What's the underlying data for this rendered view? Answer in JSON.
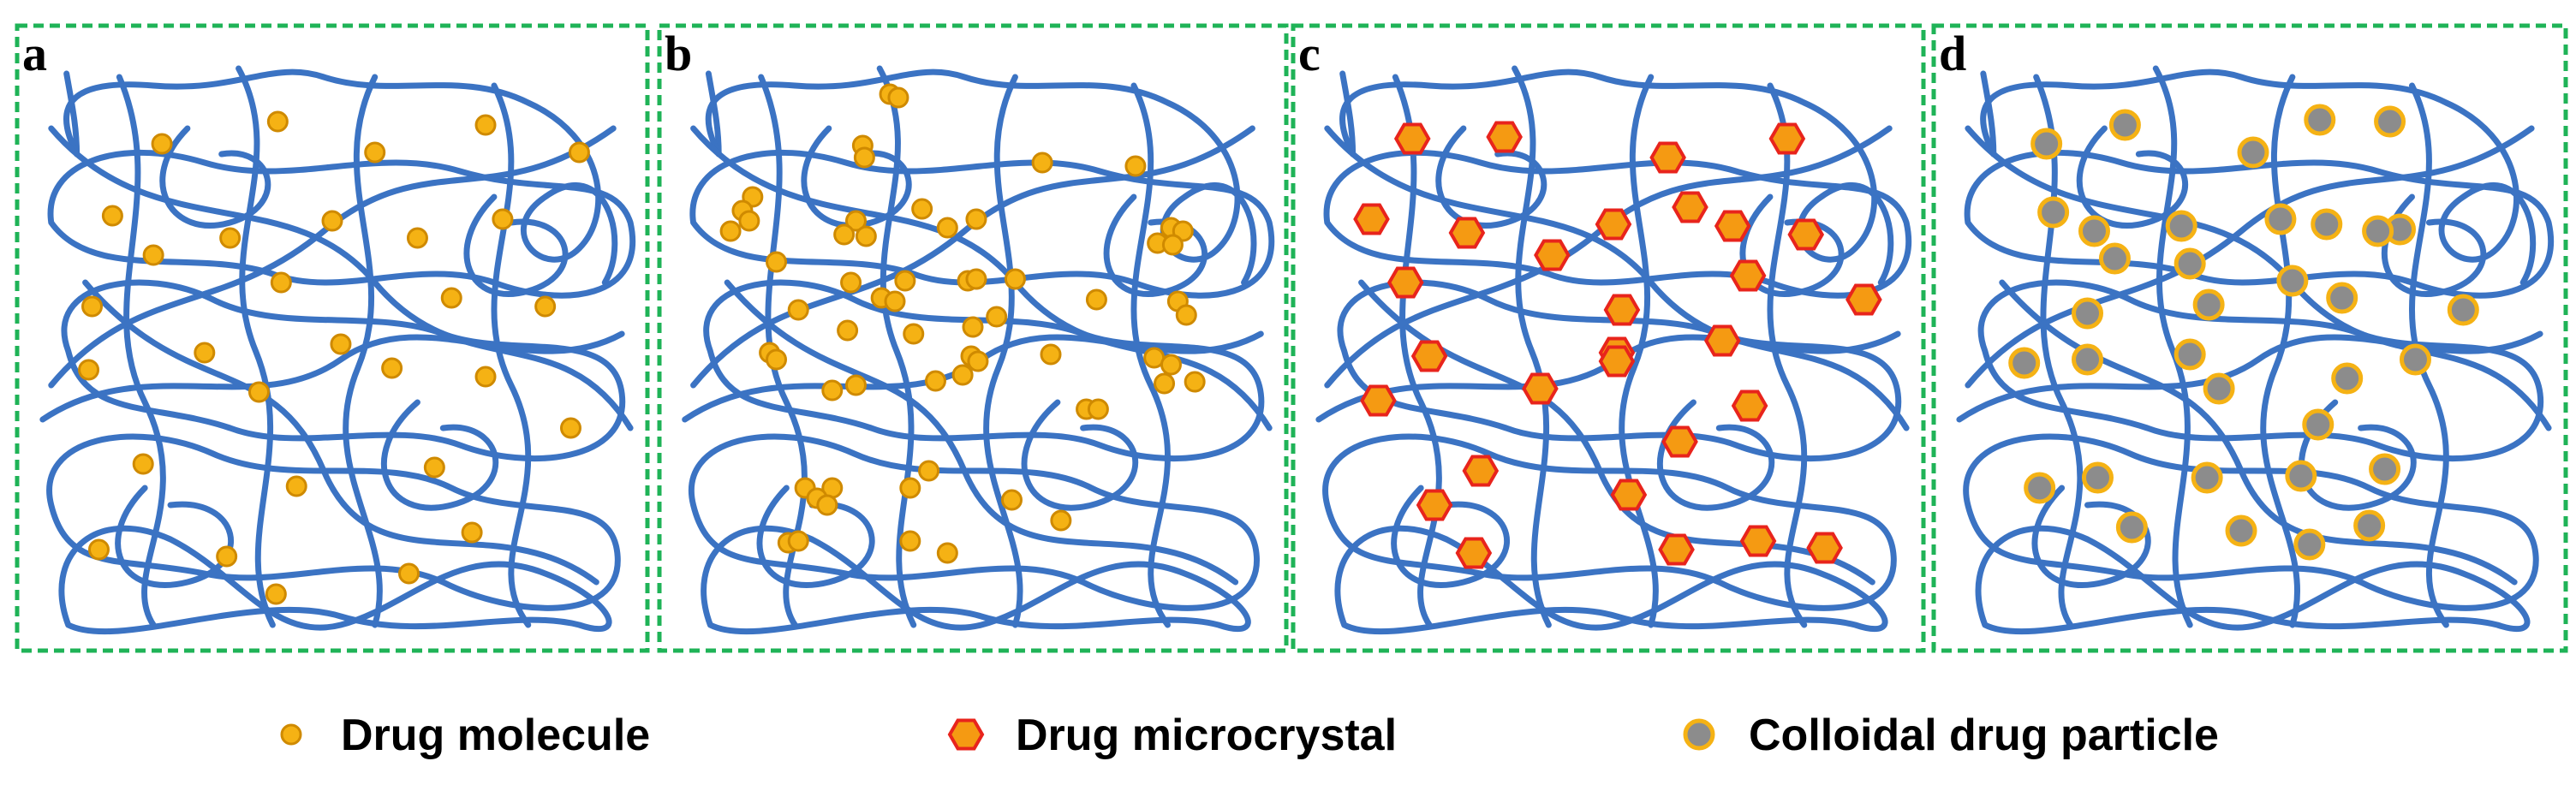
{
  "colors": {
    "network_line": "#3b73c3",
    "panel_border": "#1fb357",
    "molecule_fill": "#f5b214",
    "molecule_stroke": "#cf8a00",
    "microcrystal_fill": "#f59a12",
    "microcrystal_stroke": "#e8241c",
    "colloid_fill": "#8c8c8c",
    "colloid_stroke": "#f5b214"
  },
  "panels": [
    {
      "label": "a",
      "content": "drug-molecule"
    },
    {
      "label": "b",
      "content": "drug-molecule-clusters"
    },
    {
      "label": "c",
      "content": "drug-microcrystal"
    },
    {
      "label": "d",
      "content": "colloidal-drug-particle"
    }
  ],
  "legend": [
    {
      "text": "Drug molecule",
      "icon": "drug-molecule-icon"
    },
    {
      "text": "Drug microcrystal",
      "icon": "drug-microcrystal-icon"
    },
    {
      "text": "Colloidal drug particle",
      "icon": "colloidal-drug-particle-icon"
    }
  ]
}
